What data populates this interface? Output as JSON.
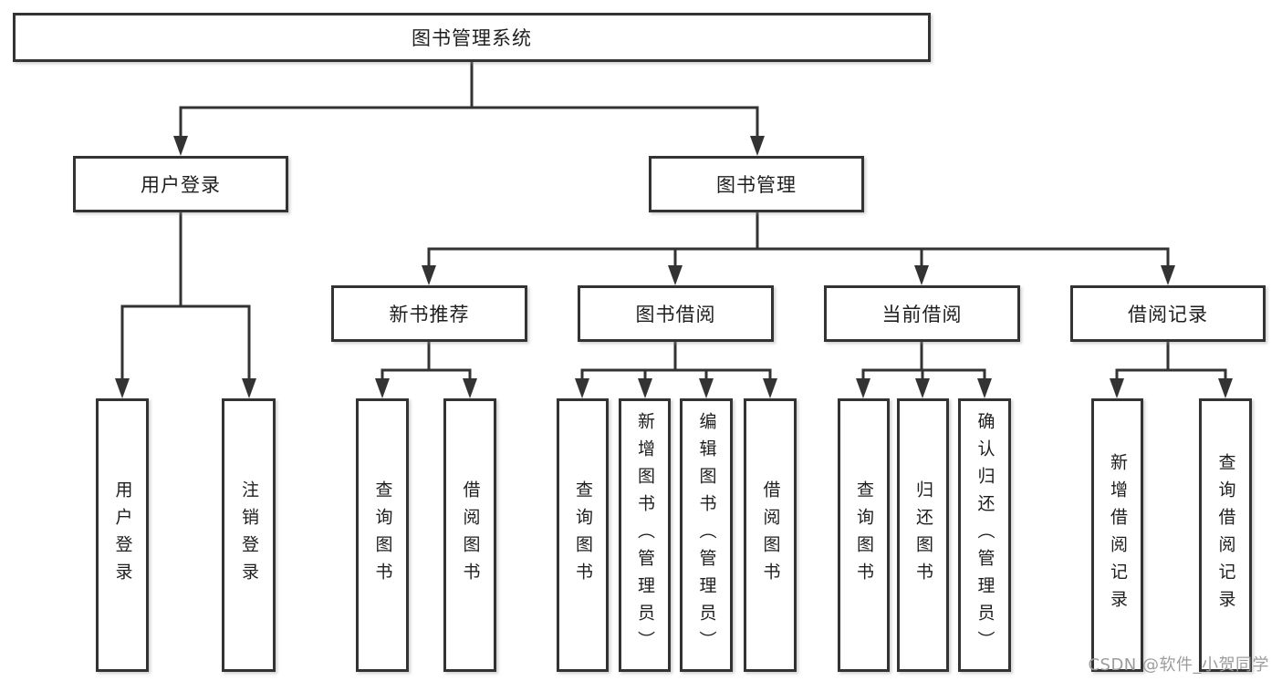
{
  "diagram": {
    "root": {
      "label": "图书管理系统"
    },
    "level2": [
      {
        "label": "用户登录"
      },
      {
        "label": "图书管理"
      }
    ],
    "level3": [
      {
        "label": "新书推荐"
      },
      {
        "label": "图书借阅"
      },
      {
        "label": "当前借阅"
      },
      {
        "label": "借阅记录"
      }
    ],
    "leaves": [
      {
        "label": "用户登录"
      },
      {
        "label": "注销登录"
      },
      {
        "label": "查询图书"
      },
      {
        "label": "借阅图书"
      },
      {
        "label": "查询图书"
      },
      {
        "label": "新增图书（管理员）"
      },
      {
        "label": "编辑图书（管理员）"
      },
      {
        "label": "借阅图书"
      },
      {
        "label": "查询图书"
      },
      {
        "label": "归还图书"
      },
      {
        "label": "确认归还（管理员）"
      },
      {
        "label": "新增借阅记录"
      },
      {
        "label": "查询借阅记录"
      }
    ]
  },
  "watermark": {
    "text": "CSDN @软件_小贺同学",
    "color": "#9c9c9c"
  },
  "colors": {
    "line": "#333333",
    "border": "#333333",
    "text": "#1e1e1e",
    "background": "#ffffff"
  }
}
